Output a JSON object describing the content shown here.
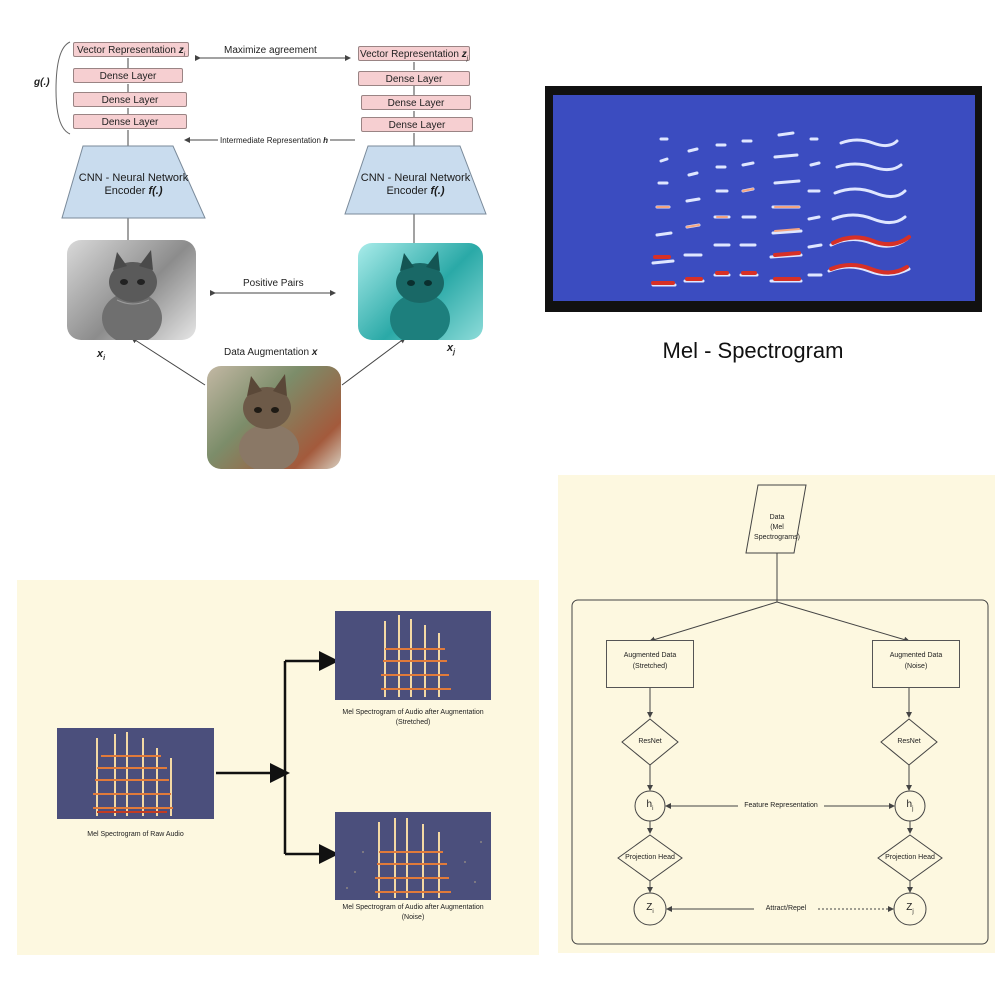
{
  "simclr": {
    "g_label": "g(.)",
    "left_vec": "Vector Representation ",
    "left_vec_sub": "z",
    "left_vec_idx": "i",
    "right_vec": "Vector Representation ",
    "right_vec_sub": "z",
    "right_vec_idx": "j",
    "dense": "Dense Layer",
    "maximize": "Maximize agreement",
    "intermediate": "Intermediate Representation ",
    "intermediate_h": "h",
    "encoder_line1": "CNN - Neural Network",
    "encoder_line2": "Encoder ",
    "encoder_f": "f(.)",
    "positive_pairs": "Positive Pairs",
    "xi": "x",
    "xi_idx": "i",
    "xj": "x",
    "xj_idx": "j",
    "data_aug": "Data Augmentation ",
    "data_aug_x": "x"
  },
  "mel": {
    "caption": "Mel - Spectrogram",
    "bg": "#3b4cc0"
  },
  "augment_panel": {
    "raw_caption": "Mel Spectrogram of Raw Audio",
    "stretched_caption_line1": "Mel Spectrogram of Audio after Augmentation",
    "stretched_caption_line2": "(Stretched)",
    "noise_caption_line1": "Mel Spectrogram of Audio after Augmentation",
    "noise_caption_line2": "(Noise)"
  },
  "flowchart": {
    "data_line1": "Data",
    "data_line2": "(Mel Spectrograms)",
    "aug_left_line1": "Augmented Data",
    "aug_left_line2": "(Stretched)",
    "aug_right_line1": "Augmented Data",
    "aug_right_line2": "(Noise)",
    "resnet": "ResNet",
    "hi": "h",
    "hi_idx": "i",
    "hj": "h",
    "hj_idx": "j",
    "feature_rep": "Feature Representation",
    "proj_head": "Projection Head",
    "zi": "Z",
    "zi_idx": "i",
    "zj": "Z",
    "zj_idx": "j",
    "attract": "Attract/Repel"
  }
}
